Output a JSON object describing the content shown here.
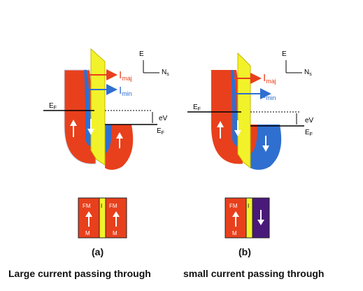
{
  "labels": {
    "energy_axis": "E",
    "dos_axis": "N",
    "dos_sub": "s",
    "fermi": "E",
    "fermi_sub": "F",
    "voltage": "eV",
    "i_maj": "I",
    "i_maj_sub": "maj",
    "i_min": "I",
    "i_min_sub": "min",
    "fm": "FM",
    "insulator": "I",
    "metal": "M"
  },
  "panels": [
    {
      "id": "a",
      "caption": "(a)",
      "description": "Large current passing through"
    },
    {
      "id": "b",
      "caption": "(b)",
      "description": "small current passing through"
    }
  ],
  "colors": {
    "majority": "#e8401c",
    "minority": "#2f6fd0",
    "barrier": "#f2f22a",
    "right_electrode_b": "#4a1a7a",
    "arrow_maj": "#e8401c",
    "arrow_min": "#2f6fd0"
  }
}
